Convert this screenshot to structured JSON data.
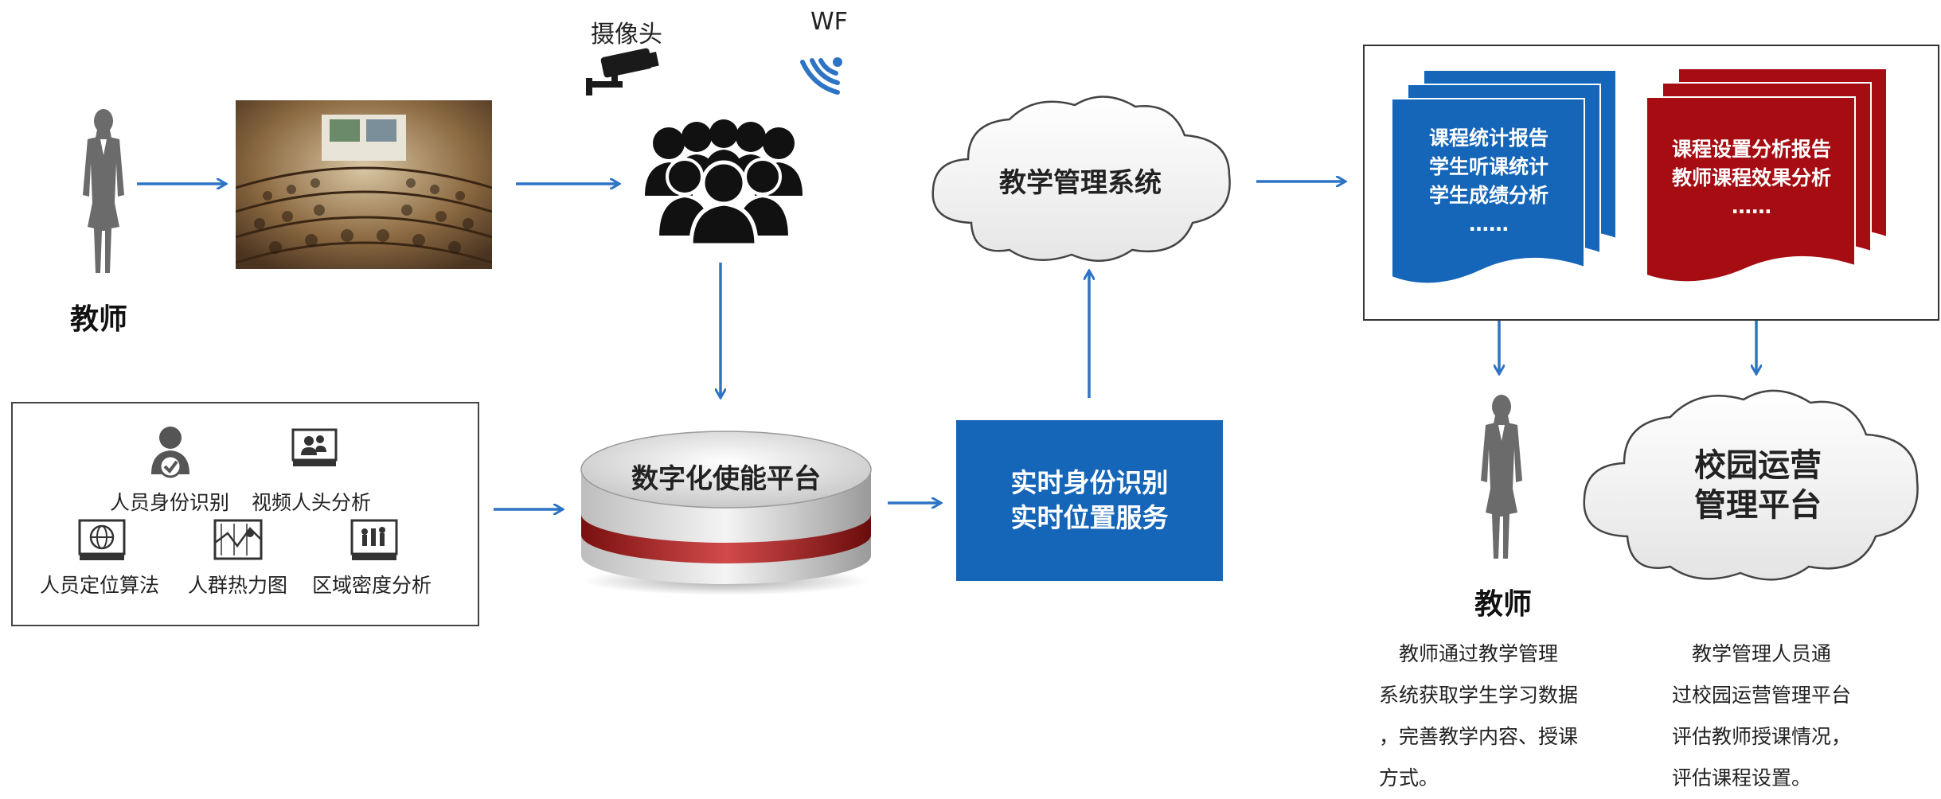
{
  "teacher_left": {
    "label": "教师"
  },
  "camera": {
    "label": "摄像头"
  },
  "wifi": {
    "label": "WF"
  },
  "cloud_system": {
    "label": "教学管理系统"
  },
  "tech_box": {
    "items": [
      {
        "label": "人员身份识别",
        "icon": "person-check-icon"
      },
      {
        "label": "视频人头分析",
        "icon": "monitor-people-icon"
      },
      {
        "label": "人员定位算法",
        "icon": "globe-monitor-icon"
      },
      {
        "label": "人群热力图",
        "icon": "heatmap-icon"
      },
      {
        "label": "区域密度分析",
        "icon": "density-monitor-icon"
      }
    ]
  },
  "platform": {
    "label": "数字化使能平台"
  },
  "service": {
    "line1": "实时身份识别",
    "line2": "实时位置服务"
  },
  "reports": {
    "blue": {
      "line1": "课程统计报告",
      "line2": "学生听课统计",
      "line3": "学生成绩分析",
      "line4": "……"
    },
    "red": {
      "line1": "课程设置分析报告",
      "line2": "教师课程效果分析",
      "line3": "……"
    }
  },
  "teacher_right": {
    "label": "教师"
  },
  "campus_cloud": {
    "line1": "校园运营",
    "line2": "管理平台"
  },
  "teacher_desc": {
    "line1": "　教师通过教学管理",
    "line2": "系统获取学生学习数据",
    "line3": "，完善教学内容、授课",
    "line4": "方式。"
  },
  "admin_desc": {
    "line1": "　教学管理人员通",
    "line2": "过校园运营管理平台",
    "line3": "评估教师授课情况，",
    "line4": "评估课程设置。"
  },
  "colors": {
    "arrow": "#2e74c4",
    "service_blue": "#1565b8",
    "report_blue": "#1565b8",
    "report_red": "#a50d12",
    "figure_gray": "#6b6b6b"
  }
}
